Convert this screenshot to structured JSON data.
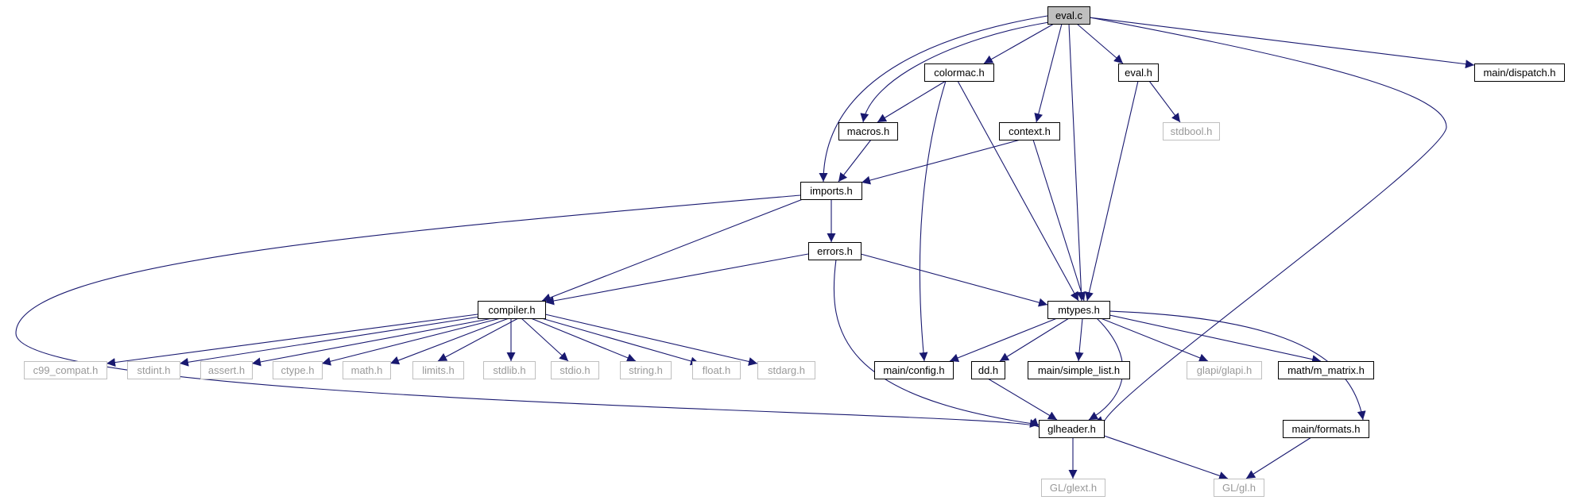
{
  "graph": {
    "root": "eval.c",
    "colors": {
      "edge": "#191970",
      "root_fill": "#bfbfbf",
      "node_border": "#000000",
      "missing_border": "#bfbfbf",
      "missing_text": "#999999"
    },
    "nodes": [
      {
        "id": "eval_c",
        "label": "eval.c",
        "kind": "root"
      },
      {
        "id": "imports_h",
        "label": "imports.h",
        "kind": "header"
      },
      {
        "id": "macros_h",
        "label": "macros.h",
        "kind": "header"
      },
      {
        "id": "colormac_h",
        "label": "colormac.h",
        "kind": "header"
      },
      {
        "id": "context_h",
        "label": "context.h",
        "kind": "header"
      },
      {
        "id": "mtypes_h",
        "label": "mtypes.h",
        "kind": "header"
      },
      {
        "id": "eval_h",
        "label": "eval.h",
        "kind": "header"
      },
      {
        "id": "glheader_h",
        "label": "glheader.h",
        "kind": "header"
      },
      {
        "id": "dispatch_h",
        "label": "main/dispatch.h",
        "kind": "header"
      },
      {
        "id": "errors_h",
        "label": "errors.h",
        "kind": "header"
      },
      {
        "id": "compiler_h",
        "label": "compiler.h",
        "kind": "header"
      },
      {
        "id": "c99_compat_h",
        "label": "c99_compat.h",
        "kind": "missing"
      },
      {
        "id": "stdint_h",
        "label": "stdint.h",
        "kind": "missing"
      },
      {
        "id": "assert_h",
        "label": "assert.h",
        "kind": "missing"
      },
      {
        "id": "ctype_h",
        "label": "ctype.h",
        "kind": "missing"
      },
      {
        "id": "math_h",
        "label": "math.h",
        "kind": "missing"
      },
      {
        "id": "limits_h",
        "label": "limits.h",
        "kind": "missing"
      },
      {
        "id": "stdlib_h",
        "label": "stdlib.h",
        "kind": "missing"
      },
      {
        "id": "stdio_h",
        "label": "stdio.h",
        "kind": "missing"
      },
      {
        "id": "string_h",
        "label": "string.h",
        "kind": "missing"
      },
      {
        "id": "float_h",
        "label": "float.h",
        "kind": "missing"
      },
      {
        "id": "stdarg_h",
        "label": "stdarg.h",
        "kind": "missing"
      },
      {
        "id": "config_h",
        "label": "main/config.h",
        "kind": "header"
      },
      {
        "id": "dd_h",
        "label": "dd.h",
        "kind": "header"
      },
      {
        "id": "simple_list_h",
        "label": "main/simple_list.h",
        "kind": "header"
      },
      {
        "id": "glapi_h",
        "label": "glapi/glapi.h",
        "kind": "missing"
      },
      {
        "id": "m_matrix_h",
        "label": "math/m_matrix.h",
        "kind": "header"
      },
      {
        "id": "formats_h",
        "label": "main/formats.h",
        "kind": "header"
      },
      {
        "id": "stdbool_h",
        "label": "stdbool.h",
        "kind": "missing"
      },
      {
        "id": "glext_h",
        "label": "GL/glext.h",
        "kind": "missing"
      },
      {
        "id": "gl_h",
        "label": "GL/gl.h",
        "kind": "missing"
      }
    ],
    "edges": [
      [
        "eval_c",
        "imports_h"
      ],
      [
        "eval_c",
        "macros_h"
      ],
      [
        "eval_c",
        "colormac_h"
      ],
      [
        "eval_c",
        "context_h"
      ],
      [
        "eval_c",
        "mtypes_h"
      ],
      [
        "eval_c",
        "eval_h"
      ],
      [
        "eval_c",
        "glheader_h"
      ],
      [
        "eval_c",
        "dispatch_h"
      ],
      [
        "colormac_h",
        "macros_h"
      ],
      [
        "colormac_h",
        "config_h"
      ],
      [
        "colormac_h",
        "mtypes_h"
      ],
      [
        "macros_h",
        "imports_h"
      ],
      [
        "context_h",
        "imports_h"
      ],
      [
        "context_h",
        "mtypes_h"
      ],
      [
        "eval_h",
        "stdbool_h"
      ],
      [
        "eval_h",
        "mtypes_h"
      ],
      [
        "imports_h",
        "errors_h"
      ],
      [
        "imports_h",
        "compiler_h"
      ],
      [
        "imports_h",
        "glheader_h"
      ],
      [
        "errors_h",
        "compiler_h"
      ],
      [
        "errors_h",
        "mtypes_h"
      ],
      [
        "errors_h",
        "glheader_h"
      ],
      [
        "compiler_h",
        "c99_compat_h"
      ],
      [
        "compiler_h",
        "stdint_h"
      ],
      [
        "compiler_h",
        "assert_h"
      ],
      [
        "compiler_h",
        "ctype_h"
      ],
      [
        "compiler_h",
        "math_h"
      ],
      [
        "compiler_h",
        "limits_h"
      ],
      [
        "compiler_h",
        "stdlib_h"
      ],
      [
        "compiler_h",
        "stdio_h"
      ],
      [
        "compiler_h",
        "string_h"
      ],
      [
        "compiler_h",
        "float_h"
      ],
      [
        "compiler_h",
        "stdarg_h"
      ],
      [
        "mtypes_h",
        "config_h"
      ],
      [
        "mtypes_h",
        "dd_h"
      ],
      [
        "mtypes_h",
        "simple_list_h"
      ],
      [
        "mtypes_h",
        "glheader_h"
      ],
      [
        "mtypes_h",
        "glapi_h"
      ],
      [
        "mtypes_h",
        "m_matrix_h"
      ],
      [
        "mtypes_h",
        "formats_h"
      ],
      [
        "dd_h",
        "glheader_h"
      ],
      [
        "glheader_h",
        "glext_h"
      ],
      [
        "glheader_h",
        "gl_h"
      ],
      [
        "formats_h",
        "gl_h"
      ]
    ]
  }
}
